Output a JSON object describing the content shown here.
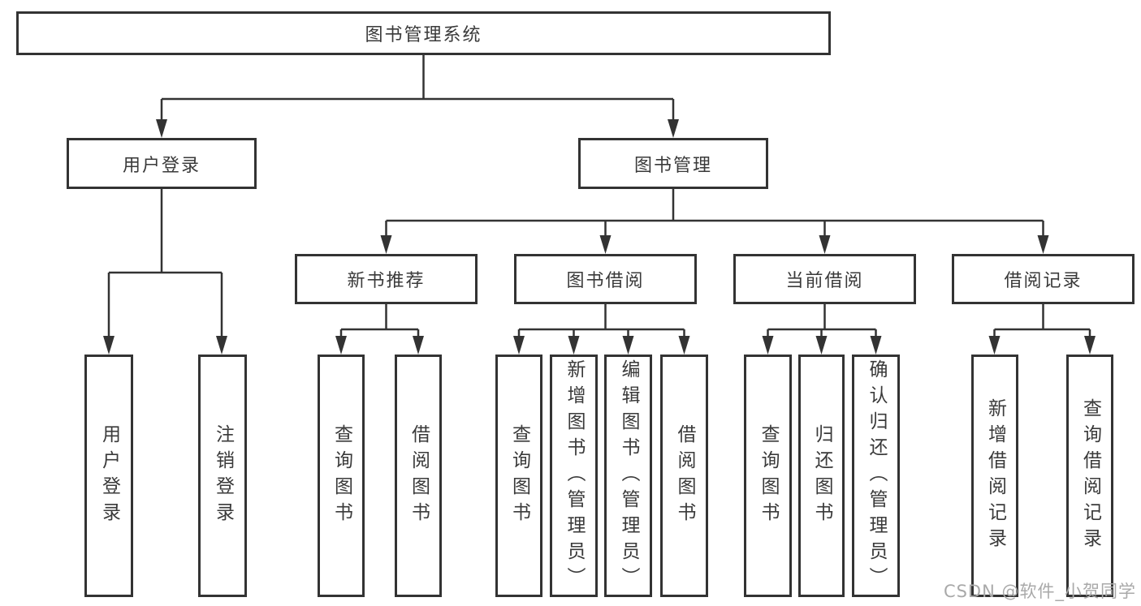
{
  "diagram": {
    "root": "图书管理系统",
    "userLogin": {
      "label": "用户登录",
      "children": {
        "login": "用户登录",
        "logout": "注销登录"
      }
    },
    "bookMgmt": {
      "label": "图书管理",
      "newBookRec": {
        "label": "新书推荐",
        "children": {
          "queryBook": "查询图书",
          "borrowBook": "借阅图书"
        }
      },
      "bookBorrow": {
        "label": "图书借阅",
        "children": {
          "queryBook": "查询图书",
          "addBook": "新增图书（管理员）",
          "editBook": "编辑图书（管理员）",
          "borrowBook": "借阅图书"
        }
      },
      "currentBorrow": {
        "label": "当前借阅",
        "children": {
          "queryBook": "查询图书",
          "returnBook": "归还图书",
          "confirmReturn": "确认归还（管理员）"
        }
      },
      "borrowRecord": {
        "label": "借阅记录",
        "children": {
          "addRecord": "新增借阅记录",
          "queryRecord": "查询借阅记录"
        }
      }
    }
  },
  "watermark": "CSDN @软件_小贺同学",
  "colors": {
    "border": "#333333",
    "line": "#333333",
    "text": "#3a3a3a",
    "watermark": "#a9a9a9"
  }
}
